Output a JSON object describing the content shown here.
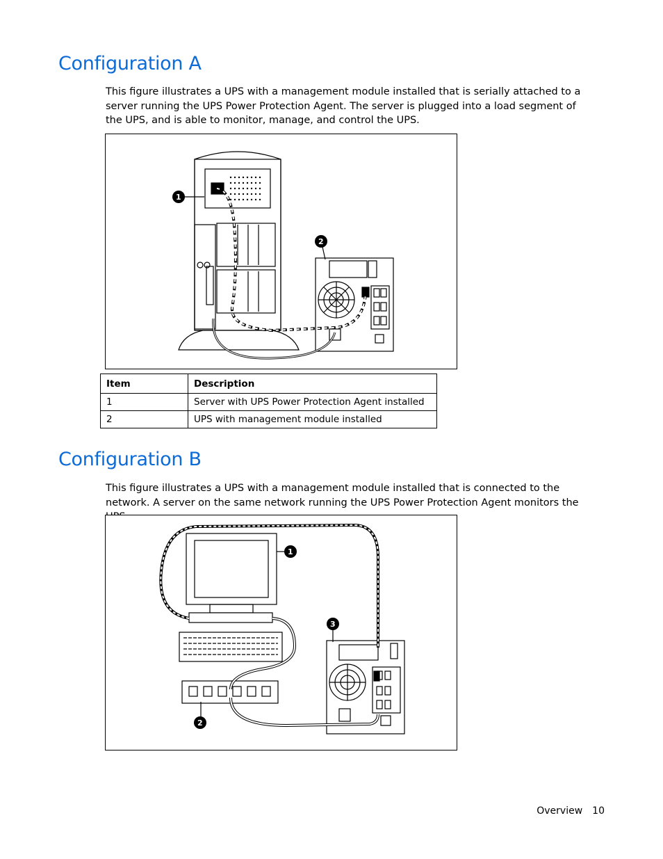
{
  "sections": [
    {
      "title": "Configuration A",
      "paragraph": "This figure illustrates a UPS with a management module installed that is serially attached to a server running the UPS Power Protection Agent. The server is plugged into a load segment of the UPS, and is able to monitor, manage, and control the UPS.",
      "callouts": [
        "1",
        "2"
      ]
    },
    {
      "title": "Configuration B",
      "paragraph": "This figure illustrates a UPS with a management module installed that is connected to the network. A server on the same network running the UPS Power Protection Agent monitors the UPS.",
      "callouts": [
        "1",
        "2",
        "3"
      ]
    }
  ],
  "table": {
    "headers": [
      "Item",
      "Description"
    ],
    "rows": [
      [
        "1",
        "Server with UPS Power Protection Agent installed"
      ],
      [
        "2",
        "UPS with management module installed"
      ]
    ]
  },
  "footer": {
    "section": "Overview",
    "page": "10"
  },
  "colors": {
    "heading": "#0d6bd6"
  }
}
